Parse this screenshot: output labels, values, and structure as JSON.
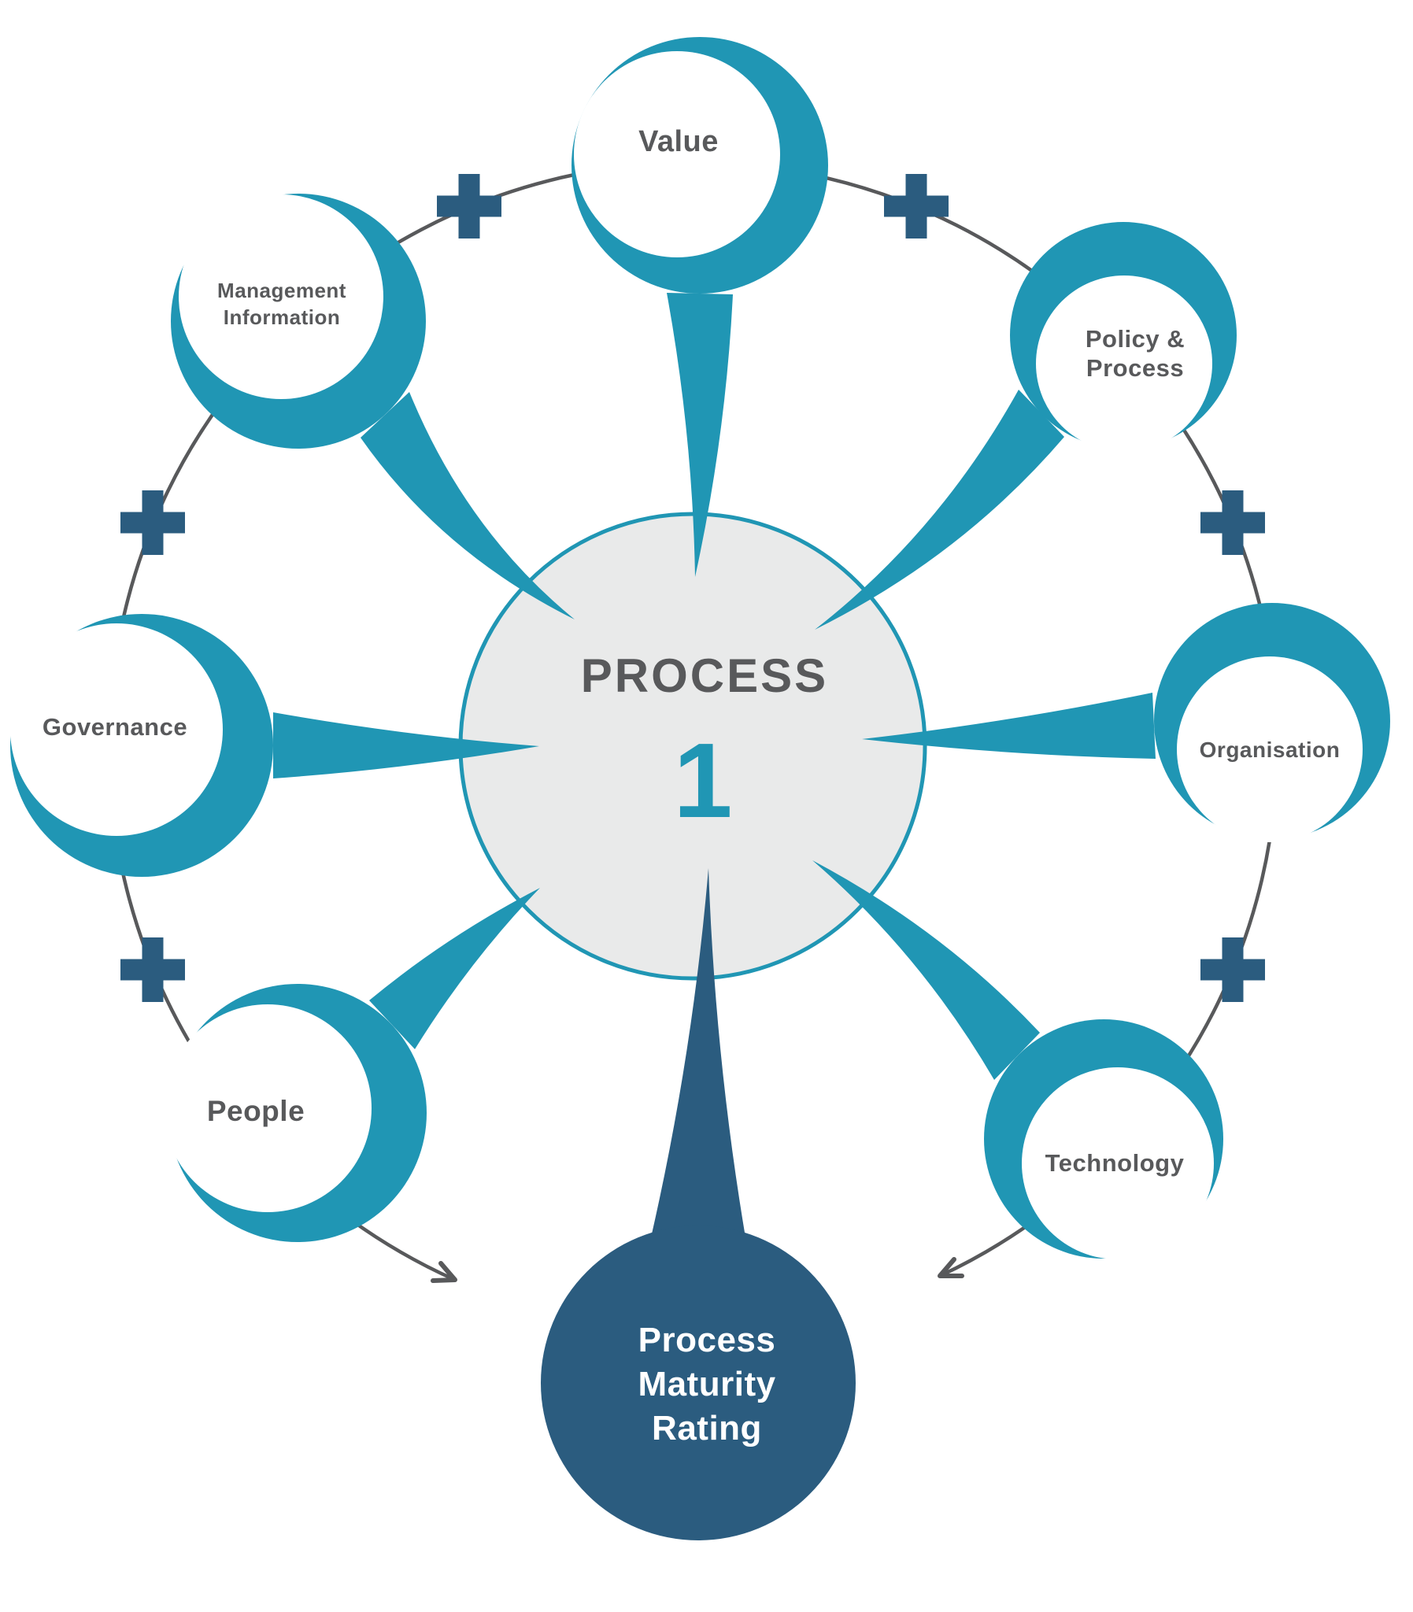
{
  "hub": {
    "title": "PROCESS",
    "number": "1"
  },
  "satellites": {
    "value": {
      "label": "Value"
    },
    "policy_process": {
      "line1": "Policy &",
      "line2": "Process"
    },
    "organisation": {
      "label": "Organisation"
    },
    "technology": {
      "label": "Technology"
    },
    "people": {
      "label": "People"
    },
    "governance": {
      "label": "Governance"
    },
    "management_information": {
      "line1": "Management",
      "line2": "Information"
    }
  },
  "result": {
    "line1": "Process",
    "line2": "Maturity",
    "line3": "Rating"
  },
  "icons": {
    "plus": "plus-icon",
    "arrowhead": "arrowhead-icon"
  },
  "colors": {
    "teal": "#2096B4",
    "dark_blue": "#2B5C7F",
    "hub_fill": "#E9EAEA",
    "text_gray": "#58595B",
    "line_gray": "#58595B",
    "white": "#FFFFFF"
  }
}
